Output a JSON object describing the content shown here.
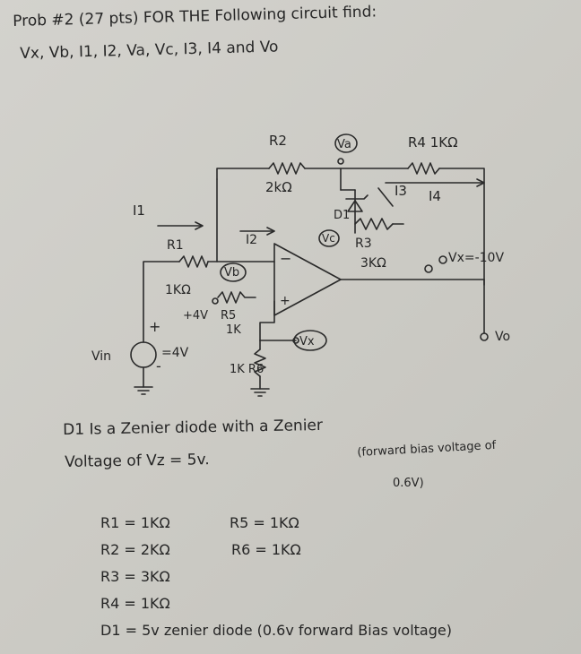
{
  "header": {
    "title": "Prob #2 (27 pts) FOR THE Following circuit find:",
    "find_list": "Vx, Vb, I1, I2, Va, Vc, I3, I4 and Vo"
  },
  "circuit": {
    "r2_name": "R2",
    "r2_value": "2kΩ",
    "va_node": "Va",
    "r4_label": "R4 1KΩ",
    "i3_label": "I3",
    "i4_label": "I4",
    "d1_label": "D1",
    "vc_node": "Vc",
    "r3_name": "R3",
    "r3_value": "3KΩ",
    "vx_source": "Vx=-10V",
    "i1_label": "I1",
    "r1_name": "R1",
    "r1_value": "1KΩ",
    "i2_label": "I2",
    "vb_node": "Vb",
    "plus4_label": "+4V",
    "r5_name": "R5",
    "r5_value": "1K",
    "plus_sign": "+",
    "minus_sign": "-",
    "vin_label": "Vin",
    "vin_value": "=4V",
    "vx_node": "Vx",
    "r6_label": "1K R6",
    "vo_label": "Vo",
    "opamp_plus": "+",
    "opamp_minus": "−"
  },
  "description": {
    "line1": "D1 Is a Zenier diode with a Zenier",
    "line2": "Voltage of Vz = 5v.",
    "forward_note": "(forward bias voltage of",
    "forward_note_2": "0.6V)"
  },
  "values": {
    "r1": "R1 = 1KΩ",
    "r5": "R5 = 1KΩ",
    "r2": "R2 = 2KΩ",
    "r6": "R6 = 1KΩ",
    "r3": "R3 = 3KΩ",
    "r4": "R4 = 1KΩ",
    "d1": "D1 = 5v zenier diode (0.6v forward Bias voltage)"
  }
}
